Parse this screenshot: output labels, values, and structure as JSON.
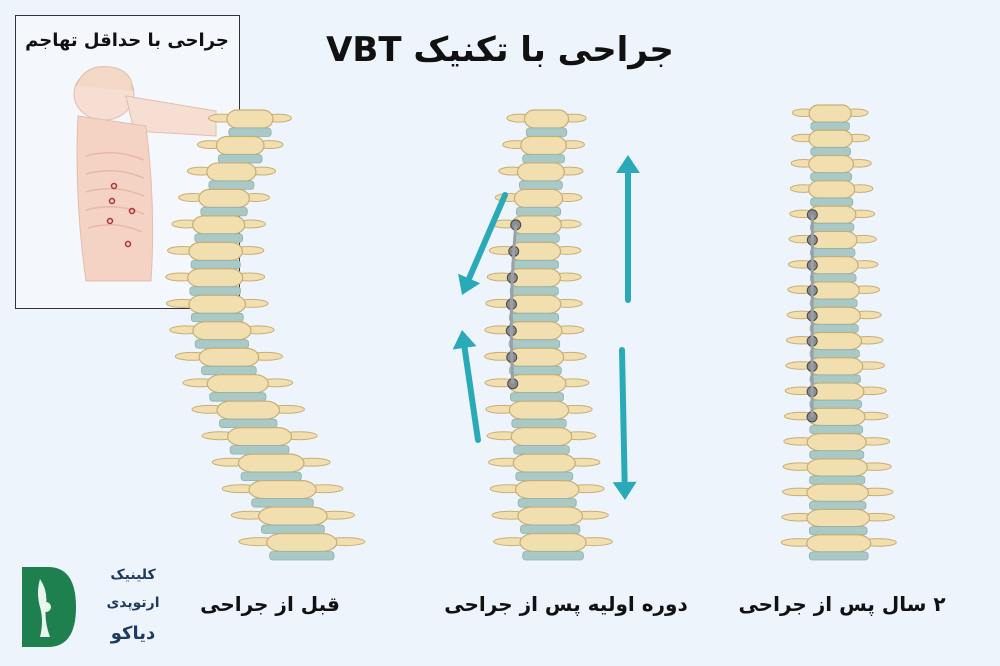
{
  "title": "جراحی با تکنیک VBT",
  "inset": {
    "label": "جراحی با حداقل تهاجم"
  },
  "captions": {
    "before": "قبل از جراحی",
    "early": "دوره اولیه پس از جراحی",
    "two_years": "۲ سال پس از جراحی"
  },
  "logo": {
    "line1": "کلینیک",
    "line2": "ارتوپدی",
    "line3": "دیاکو"
  },
  "colors": {
    "bone": "#f1dfb0",
    "bone_outline": "#c9ae74",
    "disc": "#a9c9c6",
    "arrow": "#2aaab9",
    "logo_green": "#1e7f4f",
    "logo_blue": "#1d3a5f"
  }
}
